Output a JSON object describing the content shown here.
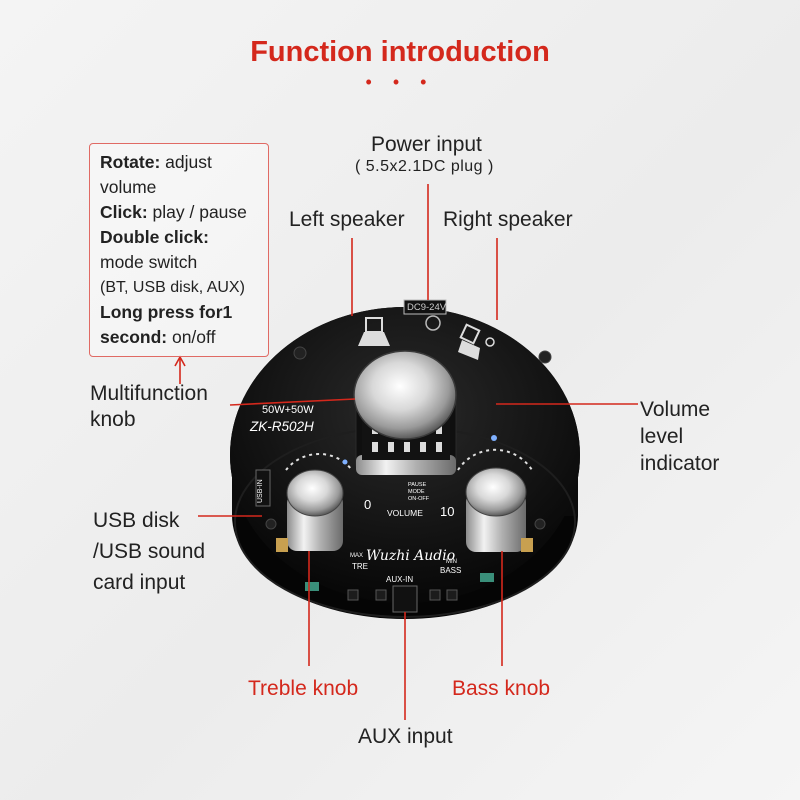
{
  "title": "Function introduction",
  "labels": {
    "power_input": "Power input",
    "power_plug": "( 5.5x2.1DC plug )",
    "left_speaker": "Left speaker",
    "right_speaker": "Right speaker",
    "multifunction_knob_1": "Multifunction",
    "multifunction_knob_2": "knob",
    "volume_level_1": "Volume",
    "volume_level_2": "level",
    "volume_level_3": "indicator",
    "usb_1": "USB disk",
    "usb_2": "/USB sound",
    "usb_3": "card input",
    "treble_knob": "Treble knob",
    "bass_knob": "Bass knob",
    "aux_input": "AUX input"
  },
  "knob_info": {
    "rotate_key": "Rotate:",
    "rotate_val_1": " adjust",
    "rotate_val_2": "volume",
    "click_key": "Click:",
    "click_val": " play / pause",
    "double_key": "Double click:",
    "double_val_1": "mode switch",
    "double_val_2": "(BT, USB disk, AUX)",
    "long_key_1": "Long press for1",
    "long_key_2": "second:",
    "long_val": " on/off"
  },
  "board": {
    "power_rating": "50W+50W",
    "model": "ZK-R502H",
    "voltage": "DC9-24V",
    "scale_min": "0",
    "scale_max": "10",
    "volume_label": "VOLUME",
    "pause_label": "PAUSE",
    "mode_label": "MODE",
    "onoff_label": "ON-OFF",
    "brand": "Wuzhi Audio",
    "tre_label": "TRE",
    "bass_label": "BASS",
    "max_label": "MAX",
    "min_label": "MIN",
    "aux_in": "AUX-IN",
    "usb_in": "USB-IN"
  },
  "colors": {
    "accent": "#d4281c",
    "box_border": "#e06a64",
    "board": "#111111"
  }
}
